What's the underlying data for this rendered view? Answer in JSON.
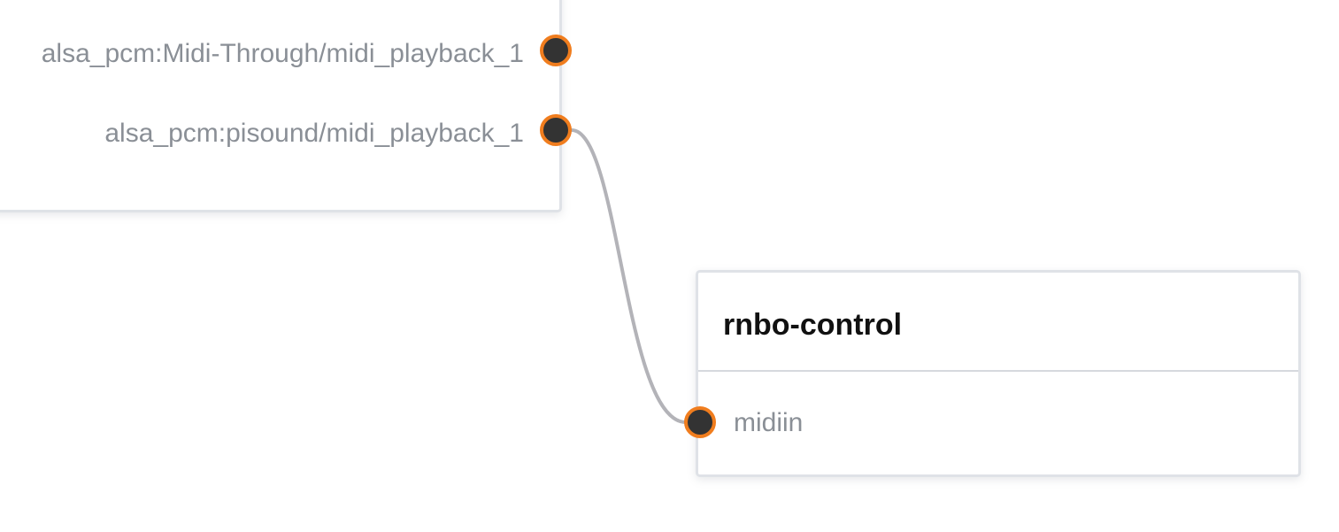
{
  "nodes": {
    "source": {
      "ports": [
        {
          "label": "alsa_pcm:Midi-Through/midi_playback_1",
          "connected": false
        },
        {
          "label": "alsa_pcm:pisound/midi_playback_1",
          "connected": true
        }
      ]
    },
    "sink": {
      "title": "rnbo-control",
      "ports": [
        {
          "label": "midiin",
          "connected": true
        }
      ]
    }
  },
  "connections": [
    {
      "from": "alsa_pcm:pisound/midi_playback_1",
      "to": "midiin"
    }
  ],
  "colors": {
    "port_fill": "#333333",
    "port_ring": "#f07d1e",
    "cable": "#b3b3b8",
    "node_border": "#dfe2e7",
    "label_text": "#8a8f96"
  }
}
